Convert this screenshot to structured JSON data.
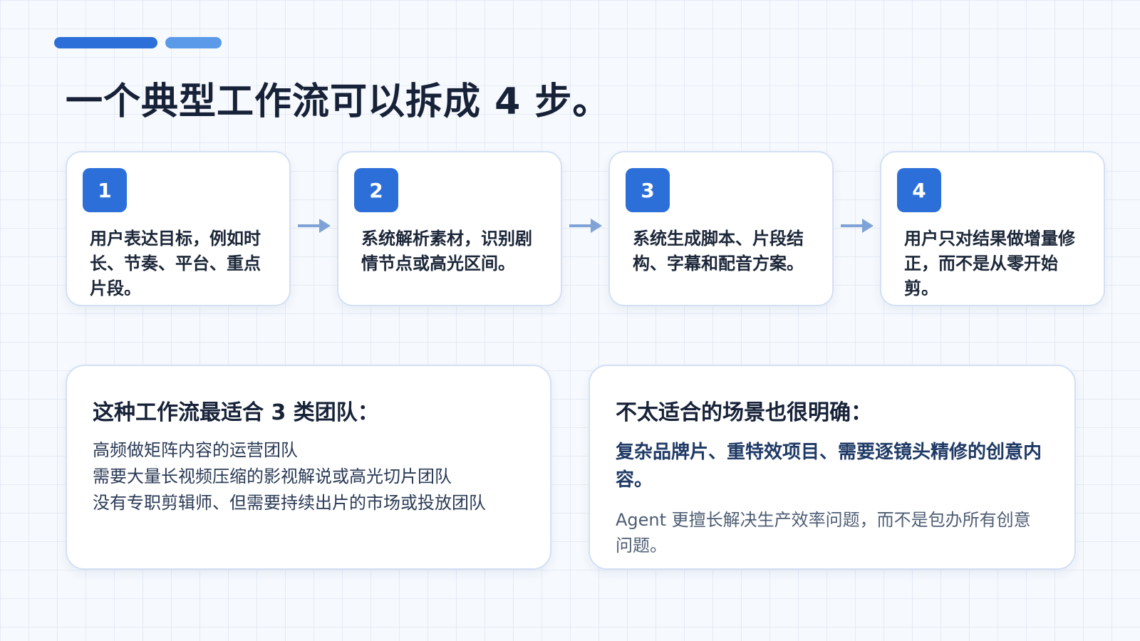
{
  "colors": {
    "accent_primary": "#2d6fd9",
    "accent_secondary": "#5b9ae8",
    "arrow": "#7fa3d6"
  },
  "title": "一个典型工作流可以拆成 4 步。",
  "steps": [
    {
      "number": "1",
      "text": "用户表达目标，例如时长、节奏、平台、重点片段。"
    },
    {
      "number": "2",
      "text": "系统解析素材，识别剧情节点或高光区间。"
    },
    {
      "number": "3",
      "text": "系统生成脚本、片段结构、字幕和配音方案。"
    },
    {
      "number": "4",
      "text": "用户只对结果做增量修正，而不是从零开始剪。"
    }
  ],
  "suitable": {
    "title": "这种工作流最适合 3 类团队：",
    "teams": [
      "高频做矩阵内容的运营团队",
      "需要大量长视频压缩的影视解说或高光切片团队",
      "没有专职剪辑师、但需要持续出片的市场或投放团队"
    ]
  },
  "unsuitable": {
    "title": "不太适合的场景也很明确：",
    "text": "复杂品牌片、重特效项目、需要逐镜头精修的创意内容。",
    "note": "Agent 更擅长解决生产效率问题，而不是包办所有创意问题。"
  }
}
